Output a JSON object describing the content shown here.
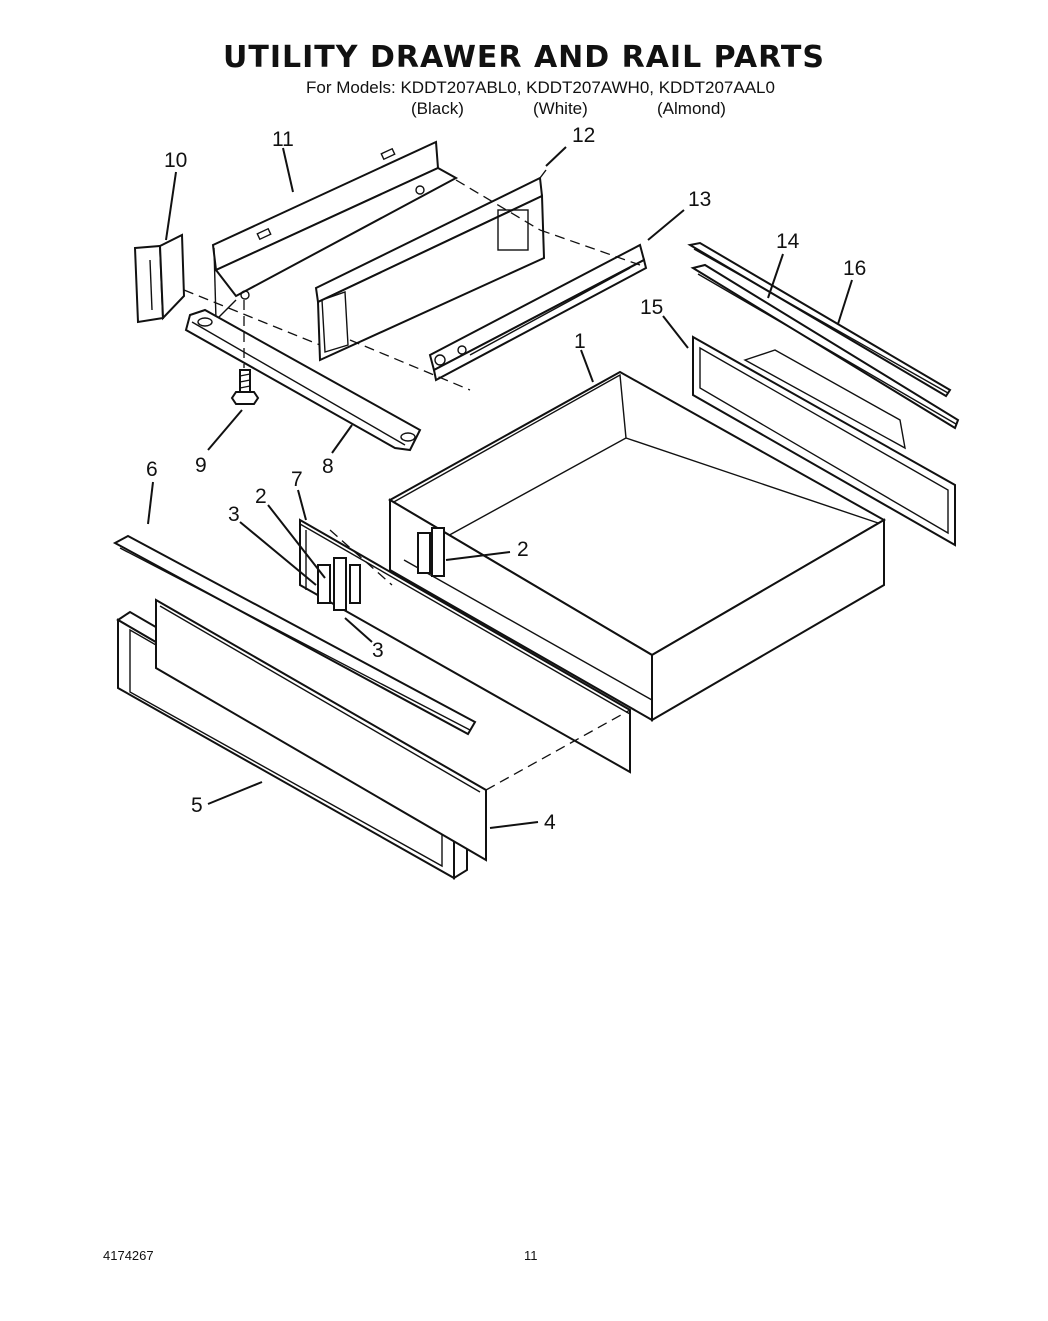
{
  "header": {
    "title": "UTILITY DRAWER AND RAIL PARTS",
    "models": "For Models: KDDT207ABL0, KDDT207AWH0, KDDT207AAL0",
    "variants": [
      "(Black)",
      "(White)",
      "(Almond)"
    ]
  },
  "callouts": [
    "10",
    "11",
    "12",
    "13",
    "14",
    "16",
    "15",
    "1",
    "9",
    "8",
    "6",
    "7",
    "2",
    "3",
    "2",
    "3",
    "5",
    "4"
  ],
  "footer": {
    "doc_number": "4174267",
    "page_number": "11"
  }
}
